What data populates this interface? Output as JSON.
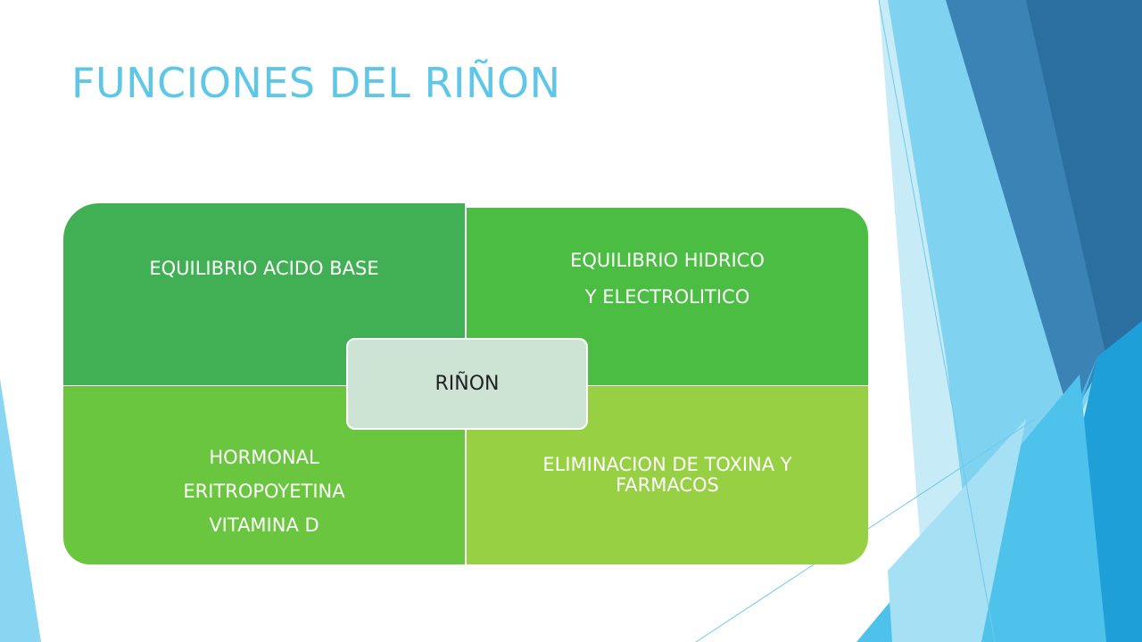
{
  "slide": {
    "title": "FUNCIONES DEL RIÑON"
  },
  "diagram": {
    "center": "RIÑON",
    "quadrants": {
      "top_left": "EQUILIBRIO ACIDO BASE",
      "top_right": [
        "EQUILIBRIO HIDRICO",
        "Y ELECTROLITICO"
      ],
      "bottom_left": [
        "HORMONAL",
        "ERITROPOYETINA",
        "VITAMINA D"
      ],
      "bottom_right": "ELIMINACION DE TOXINA Y FARMACOS"
    }
  },
  "colors": {
    "title": "#5ec7e8",
    "top_left": "#41b055",
    "top_right": "#4bbd43",
    "bottom_left": "#6bc63f",
    "bottom_right": "#98d043",
    "center": "#cde4d4",
    "accent_dark_blue": "#2b6ea0",
    "accent_light_blue": "#7fd3f0"
  }
}
